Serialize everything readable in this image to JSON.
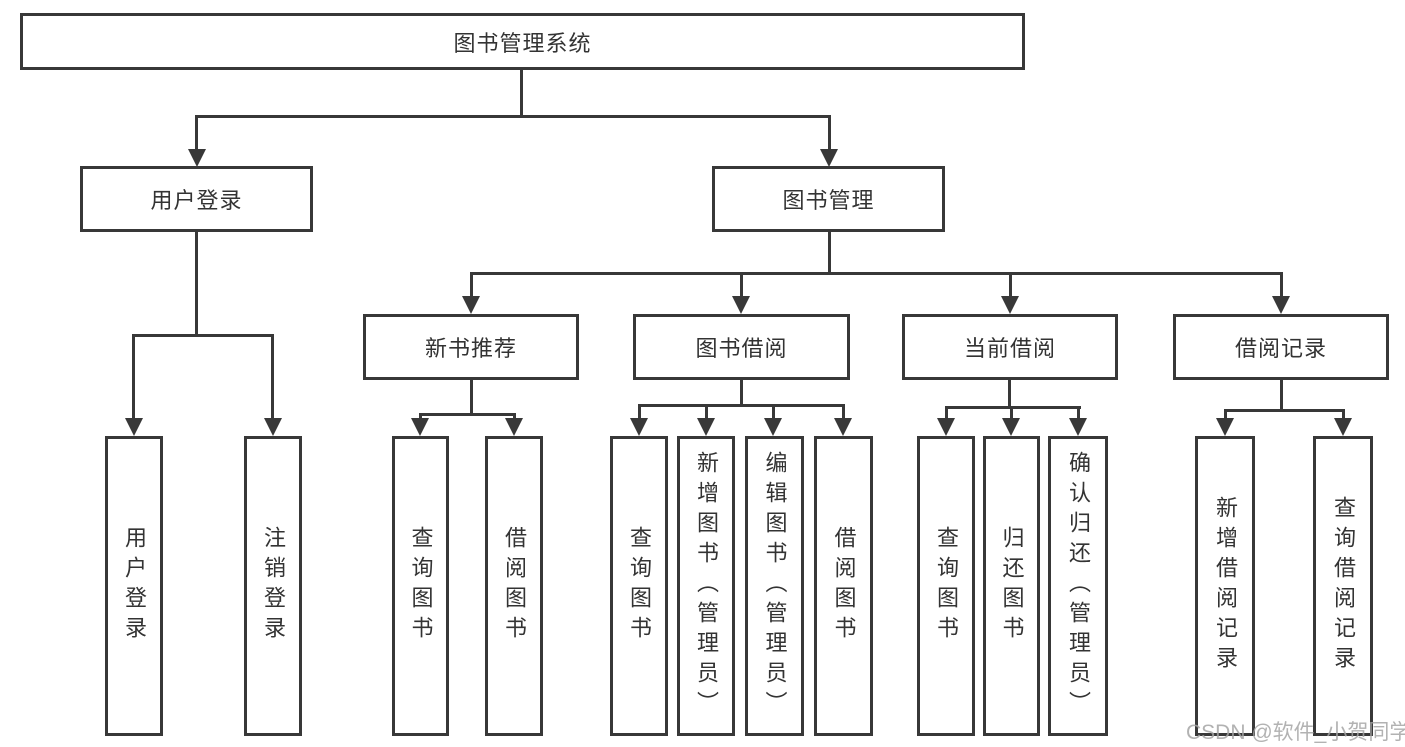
{
  "tree": {
    "root": {
      "label": "图书管理系统"
    },
    "children": [
      {
        "label": "用户登录",
        "children": [
          {
            "label": "用户登录"
          },
          {
            "label": "注销登录"
          }
        ]
      },
      {
        "label": "图书管理",
        "children": [
          {
            "label": "新书推荐",
            "children": [
              {
                "label": "查询图书"
              },
              {
                "label": "借阅图书"
              }
            ]
          },
          {
            "label": "图书借阅",
            "children": [
              {
                "label": "查询图书"
              },
              {
                "label": "新增图书（管理员）"
              },
              {
                "label": "编辑图书（管理员）"
              },
              {
                "label": "借阅图书"
              }
            ]
          },
          {
            "label": "当前借阅",
            "children": [
              {
                "label": "查询图书"
              },
              {
                "label": "归还图书"
              },
              {
                "label": "确认归还（管理员）"
              }
            ]
          },
          {
            "label": "借阅记录",
            "children": [
              {
                "label": "新增借阅记录"
              },
              {
                "label": "查询借阅记录"
              }
            ]
          }
        ]
      }
    ]
  },
  "watermark": {
    "text": "CSDN @软件_小贺同学"
  },
  "colors": {
    "line": "#383838",
    "box_border": "#383838",
    "box_fill": "#ffffff",
    "text": "#333333",
    "watermark": "#a5a5a5",
    "background": "#ffffff"
  }
}
